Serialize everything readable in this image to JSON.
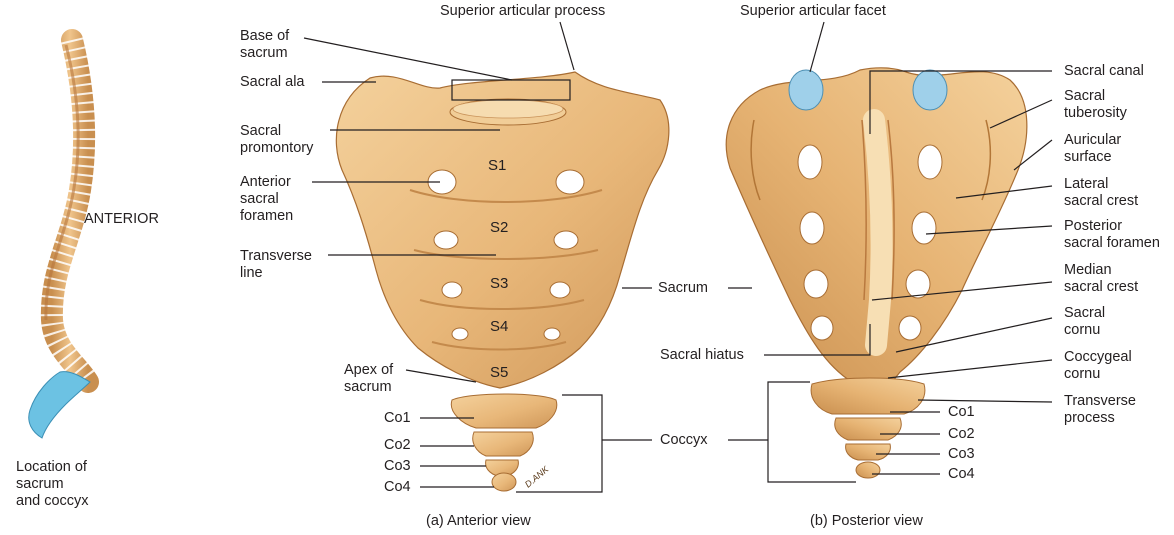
{
  "spine_panel": {
    "direction_label": "ANTERIOR",
    "caption": "Location of\nsacrum\nand coccyx"
  },
  "anterior_view": {
    "caption": "(a) Anterior view",
    "vertebra_labels": [
      "S1",
      "S2",
      "S3",
      "S4",
      "S5"
    ],
    "labels": {
      "superior_articular_process": "Superior articular process",
      "base_of_sacrum": "Base of\nsacrum",
      "sacral_ala": "Sacral ala",
      "sacral_promontory": "Sacral\npromontory",
      "anterior_sacral_foramen": "Anterior\nsacral\nforamen",
      "transverse_line": "Transverse\nline",
      "apex_of_sacrum": "Apex of\nsacrum",
      "co1": "Co1",
      "co2": "Co2",
      "co3": "Co3",
      "co4": "Co4",
      "signature": "D.ANK"
    }
  },
  "center_labels": {
    "sacrum": "Sacrum",
    "sacral_hiatus": "Sacral hiatus",
    "coccyx": "Coccyx"
  },
  "posterior_view": {
    "caption": "(b) Posterior view",
    "labels": {
      "superior_articular_facet": "Superior articular facet",
      "sacral_canal": "Sacral canal",
      "sacral_tuberosity": "Sacral\ntuberosity",
      "auricular_surface": "Auricular\nsurface",
      "lateral_sacral_crest": "Lateral\nsacral crest",
      "posterior_sacral_foramen": "Posterior\nsacral foramen",
      "median_sacral_crest": "Median\nsacral crest",
      "sacral_cornu": "Sacral\ncornu",
      "coccygeal_cornu": "Coccygeal\ncornu",
      "transverse_process": "Transverse\nprocess",
      "co1": "Co1",
      "co2": "Co2",
      "co3": "Co3",
      "co4": "Co4"
    }
  },
  "colors": {
    "bone": "#e8b779",
    "bone_light": "#f6d7a6",
    "bone_shadow": "#c98f4f",
    "foramen": "#ffffff",
    "facet": "#9fd0ea",
    "coccyx_spine": "#6cc2e3",
    "line": "#231f20"
  }
}
